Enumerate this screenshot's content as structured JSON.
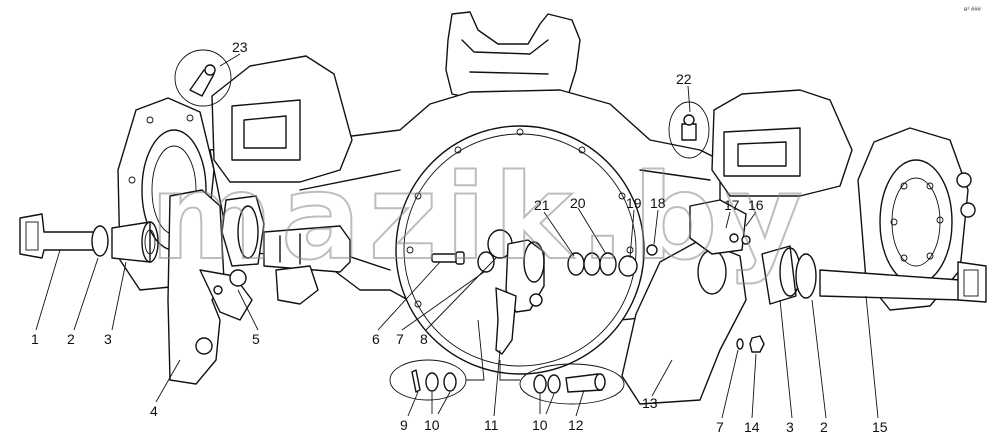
{
  "watermark": "mazik.by",
  "corner_mark": "e² ###",
  "callouts": [
    {
      "id": "c1",
      "text": "1"
    },
    {
      "id": "c2",
      "text": "2"
    },
    {
      "id": "c3",
      "text": "3"
    },
    {
      "id": "c4",
      "text": "4"
    },
    {
      "id": "c5",
      "text": "5"
    },
    {
      "id": "c6",
      "text": "6"
    },
    {
      "id": "c7",
      "text": "7"
    },
    {
      "id": "c8",
      "text": "8"
    },
    {
      "id": "c9",
      "text": "9"
    },
    {
      "id": "c10",
      "text": "10"
    },
    {
      "id": "c10b",
      "text": "10"
    },
    {
      "id": "c11",
      "text": "11"
    },
    {
      "id": "c12",
      "text": "12"
    },
    {
      "id": "c13",
      "text": "13"
    },
    {
      "id": "c7b",
      "text": "7"
    },
    {
      "id": "c14",
      "text": "14"
    },
    {
      "id": "c3b",
      "text": "3"
    },
    {
      "id": "c2b",
      "text": "2"
    },
    {
      "id": "c15",
      "text": "15"
    },
    {
      "id": "c16",
      "text": "16"
    },
    {
      "id": "c17",
      "text": "17"
    },
    {
      "id": "c18",
      "text": "18"
    },
    {
      "id": "c19",
      "text": "19"
    },
    {
      "id": "c20",
      "text": "20"
    },
    {
      "id": "c21",
      "text": "21"
    },
    {
      "id": "c22",
      "text": "22"
    },
    {
      "id": "c23",
      "text": "23"
    }
  ]
}
